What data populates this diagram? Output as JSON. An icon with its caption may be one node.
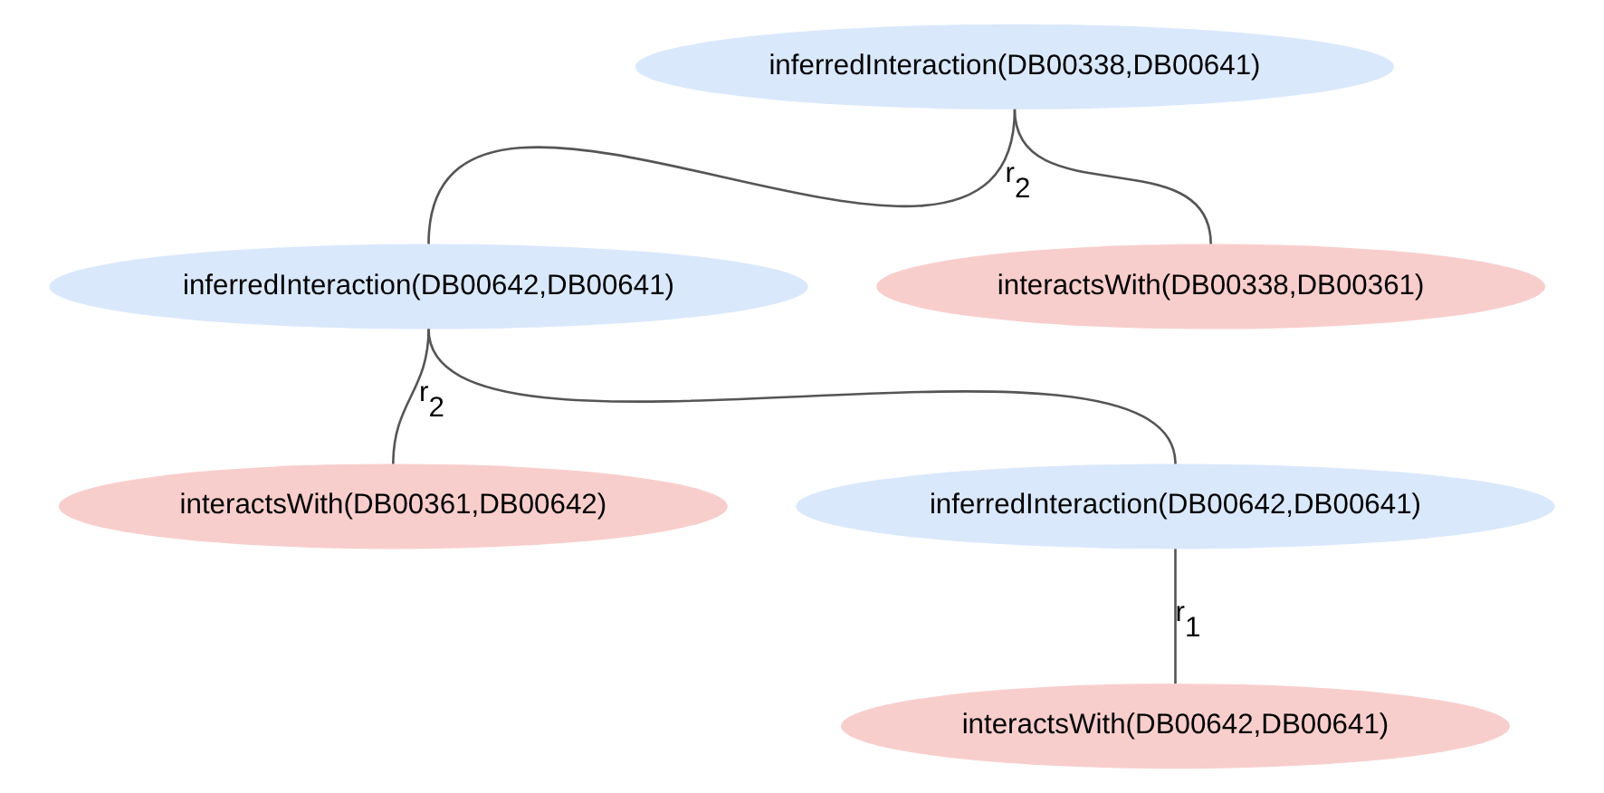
{
  "diagram": {
    "nodes": [
      {
        "text": [
          "inferredInteraction(DB00338,DB00641)"
        ]
      },
      {
        "text": [
          "inferredInteraction(DB00642,DB00641)"
        ]
      },
      {
        "text": [
          "interactsWith(DB00338,DB00361)"
        ]
      },
      {
        "text": [
          "interactsWith(DB00361,DB00642)"
        ]
      },
      {
        "text": [
          "inferredInteraction(DB00642,DB00641)"
        ]
      },
      {
        "text": [
          "interactsWith(DB00642,DB00641)"
        ]
      }
    ],
    "edges": [
      {
        "from": 0,
        "to": 1,
        "arrow": "none",
        "label": "r$_{2}$"
      },
      {
        "from": 0,
        "to": 2,
        "arrow": "none"
      },
      {
        "from": 1,
        "to": 3,
        "arrow": "none",
        "label": "r$_{2}$"
      },
      {
        "from": 1,
        "to": 4,
        "arrow": "none"
      },
      {
        "from": 4,
        "to": 5,
        "arrow": "none",
        "label": "r$_{1}$"
      }
    ]
  }
}
